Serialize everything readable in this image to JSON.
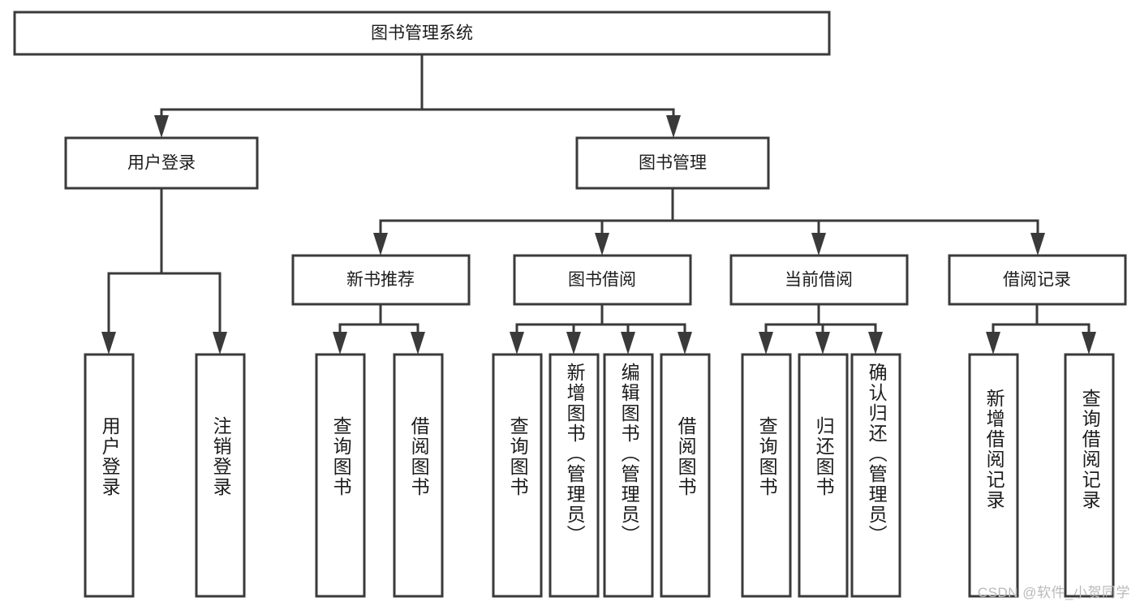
{
  "diagram": {
    "title": "图书管理系统",
    "type": "tree-hierarchy-chart",
    "colors": {
      "stroke": "#3a3a3a",
      "fill": "#ffffff",
      "text": "#1c1c1c",
      "watermark": "#b9b9b9"
    },
    "root": {
      "label": "图书管理系统"
    },
    "level2": [
      {
        "label": "用户登录"
      },
      {
        "label": "图书管理"
      }
    ],
    "level3": [
      {
        "label": "新书推荐"
      },
      {
        "label": "图书借阅"
      },
      {
        "label": "当前借阅"
      },
      {
        "label": "借阅记录"
      }
    ],
    "leaves": {
      "user_login": [
        {
          "label": "用户登录"
        },
        {
          "label": "注销登录"
        }
      ],
      "new_book_recommend": [
        {
          "label": "查询图书"
        },
        {
          "label": "借阅图书"
        }
      ],
      "book_borrow": [
        {
          "label": "查询图书"
        },
        {
          "label": "新增图书（管理员）"
        },
        {
          "label": "编辑图书（管理员）"
        },
        {
          "label": "借阅图书"
        }
      ],
      "current_borrow": [
        {
          "label": "查询图书"
        },
        {
          "label": "归还图书"
        },
        {
          "label": "确认归还（管理员）"
        }
      ],
      "borrow_record": [
        {
          "label": "新增借阅记录"
        },
        {
          "label": "查询借阅记录"
        }
      ]
    }
  },
  "watermark": {
    "text": "CSDN @软件_小贺同学"
  }
}
